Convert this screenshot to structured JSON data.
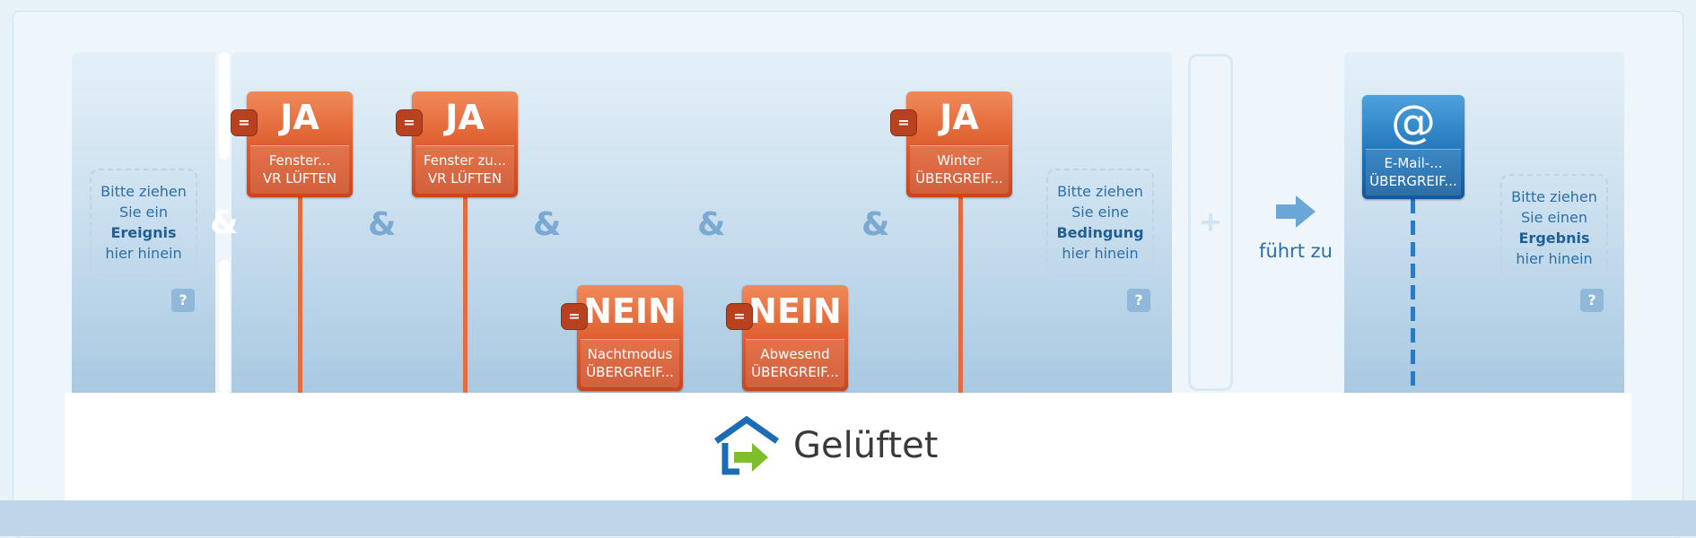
{
  "events_zone": {
    "line1": "Bitte ziehen",
    "line2": "Sie ein",
    "line3": "Ereignis",
    "line4": "hier hinein",
    "help": "?"
  },
  "conditions_zone": {
    "line1": "Bitte ziehen",
    "line2": "Sie eine",
    "line3": "Bedingung",
    "line4": "hier hinein",
    "help": "?"
  },
  "results_zone": {
    "line1": "Bitte ziehen",
    "line2": "Sie einen",
    "line3": "Ergebnis",
    "line4": "hier hinein",
    "help": "?"
  },
  "conjunction": "&",
  "plus": "+",
  "leads_to": "führt zu",
  "condition_tiles": [
    {
      "value": "JA",
      "line1": "Fenster...",
      "line2": "VR LÜFTEN",
      "remove": "="
    },
    {
      "value": "JA",
      "line1": "Fenster zu...",
      "line2": "VR LÜFTEN",
      "remove": "="
    },
    {
      "value": "NEIN",
      "line1": "Nachtmodus",
      "line2": "ÜBERGREIF...",
      "remove": "="
    },
    {
      "value": "NEIN",
      "line1": "Abwesend",
      "line2": "ÜBERGREIF...",
      "remove": "="
    },
    {
      "value": "JA",
      "line1": "Winter",
      "line2": "ÜBERGREIF...",
      "remove": "="
    }
  ],
  "result_tile": {
    "icon": "@",
    "line1": "E-Mail-...",
    "line2": "ÜBERGREIF..."
  },
  "scene_title": "Gelüftet",
  "colors": {
    "condition": "#de5a2c",
    "result": "#1d73b8",
    "accent_text": "#2a6fa8",
    "house_blue": "#1a6db5",
    "arrow_green": "#7cbf2a"
  }
}
